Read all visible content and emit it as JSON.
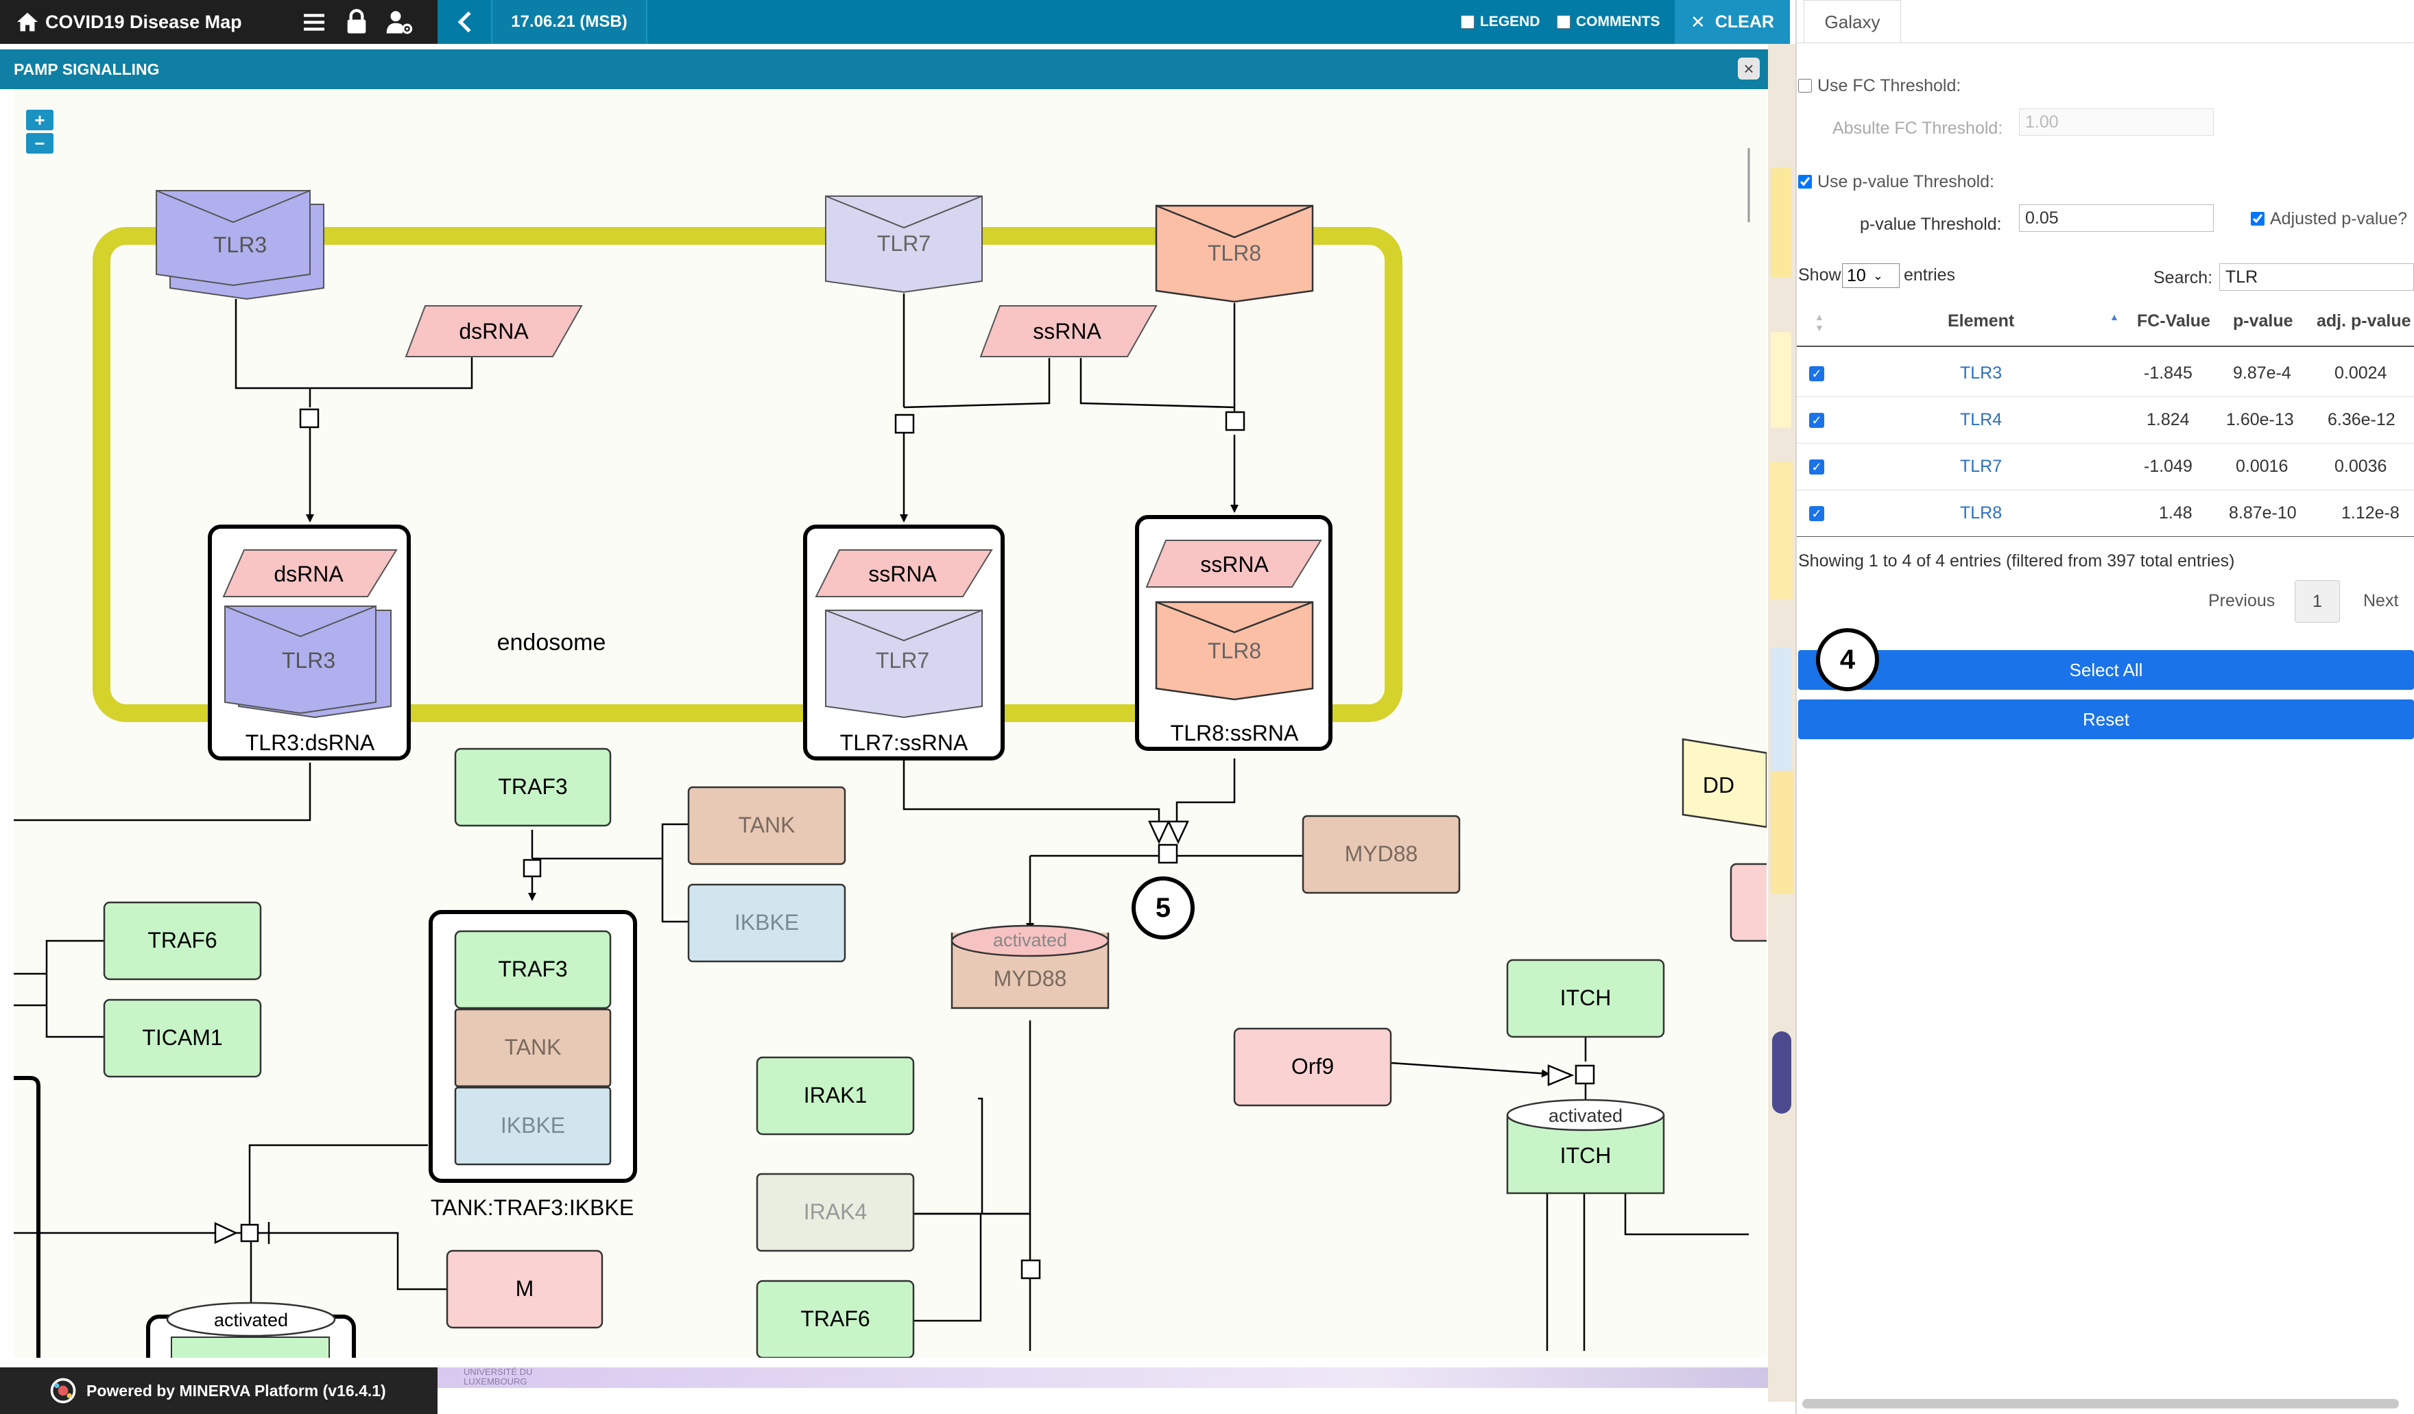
{
  "app": {
    "title": "COVID19 Disease Map"
  },
  "topbar": {
    "date": "17.06.21 (MSB)",
    "legend_label": "LEGEND",
    "comments_label": "COMMENTS",
    "clear_label": "CLEAR"
  },
  "map": {
    "title": "PAMP SIGNALLING",
    "compartment": "endosome",
    "complexes": {
      "tlr3_dsrna": "TLR3:dsRNA",
      "tlr7_ssrna": "TLR7:ssRNA",
      "tlr8_ssrna": "TLR8:ssRNA",
      "tank_traf3_ikbke": "TANK:TRAF3:IKBKE"
    },
    "nodes": {
      "tlr3": "TLR3",
      "tlr7": "TLR7",
      "tlr8": "TLR8",
      "dsrna": "dsRNA",
      "ssrna": "ssRNA",
      "traf3": "TRAF3",
      "tank": "TANK",
      "ikbke": "IKBKE",
      "myd88": "MYD88",
      "traf6": "TRAF6",
      "ticam1": "TICAM1",
      "irak1": "IRAK1",
      "irak4": "IRAK4",
      "orf9": "Orf9",
      "itch": "ITCH",
      "m": "M",
      "dd": "DD",
      "activated": "activated"
    }
  },
  "footer": {
    "powered_by": "Powered by MINERVA Platform (v16.4.1)",
    "uni_line1": "UNIVERSITÉ DU",
    "uni_line2": "LUXEMBOURG"
  },
  "panel": {
    "tab": "Galaxy",
    "use_fc_label": "Use FC Threshold:",
    "fc_threshold_label": "Absulte FC Threshold:",
    "fc_threshold_value": "1.00",
    "use_p_label": "Use p-value Threshold:",
    "p_threshold_label": "p-value Threshold:",
    "p_threshold_value": "0.05",
    "adjusted_label": "Adjusted p-value?",
    "show_label": "Show",
    "show_value": "10",
    "entries_label": "entries",
    "search_label": "Search:",
    "search_value": "TLR",
    "columns": [
      "Element",
      "FC-Value",
      "p-value",
      "adj. p-value"
    ],
    "rows": [
      {
        "element": "TLR3",
        "fc": "-1.845",
        "p": "9.87e-4",
        "adjp": "0.0024"
      },
      {
        "element": "TLR4",
        "fc": "1.824",
        "p": "1.60e-13",
        "adjp": "6.36e-12"
      },
      {
        "element": "TLR7",
        "fc": "-1.049",
        "p": "0.0016",
        "adjp": "0.0036"
      },
      {
        "element": "TLR8",
        "fc": "1.48",
        "p": "8.87e-10",
        "adjp": "1.12e-8"
      }
    ],
    "info": "Showing 1 to 4 of 4 entries (filtered from 397 total entries)",
    "previous": "Previous",
    "page": "1",
    "next": "Next",
    "select_all": "Select All",
    "reset": "Reset"
  },
  "markers": {
    "four": "4",
    "five": "5"
  },
  "colors": {
    "topbar": "#027ca6",
    "brand": "#1f1f1f",
    "accent_button": "#1a73e8",
    "endosome": "#d4d22b",
    "tlr3_fill": "#b0b0ee",
    "tlr7_fill": "#d6d6f0",
    "tlr8_fill": "#fbbfa6",
    "rna_fill": "#f9c4c4",
    "green_node": "#c8f5c8",
    "tan_node": "#e8c9b5",
    "blue_node": "#d1e5ee"
  },
  "icons": [
    "home-icon",
    "menu-icon",
    "lock-icon",
    "user-settings-icon",
    "chevron-left-icon",
    "close-icon",
    "zoom-in-icon",
    "zoom-out-icon",
    "minerva-logo-icon"
  ]
}
